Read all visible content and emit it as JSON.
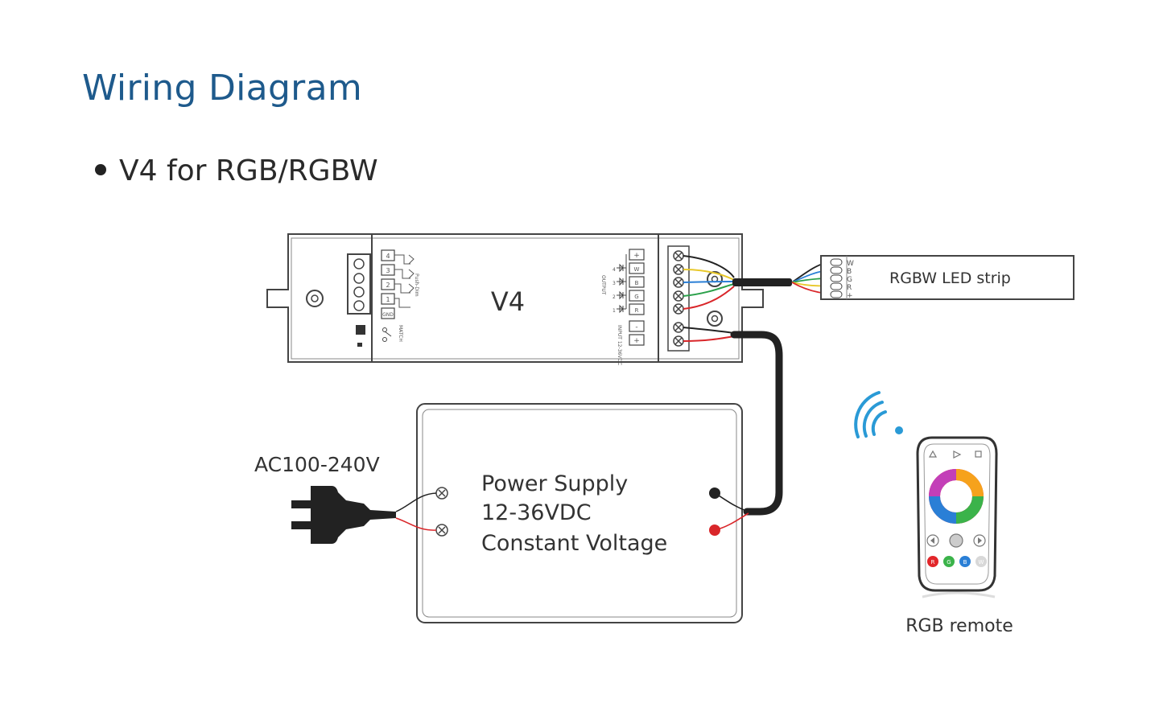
{
  "title": "Wiring Diagram",
  "subtitle": "V4 for RGB/RGBW",
  "controller": {
    "name": "V4",
    "pushdim_label": "Push-Dim",
    "match_label": "MATCH",
    "output_label": "OUTPUT",
    "input_label": "INPUT 12-36VDC",
    "pushdim_terminals": [
      "4",
      "3",
      "2",
      "1",
      "GND"
    ],
    "output_terminals": [
      "+",
      "4",
      "3",
      "2",
      "1",
      "-",
      "+"
    ],
    "output_channels": [
      "W",
      "B",
      "G",
      "R"
    ]
  },
  "led_strip": {
    "label": "RGBW LED strip",
    "pins": [
      "W",
      "B",
      "G",
      "R",
      "+"
    ]
  },
  "power_supply": {
    "line1": "Power Supply",
    "line2": "12-36VDC",
    "line3": "Constant Voltage"
  },
  "ac_input": {
    "label": "AC100-240V"
  },
  "remote": {
    "label": "RGB remote",
    "buttons": [
      "R",
      "G",
      "B",
      "W"
    ]
  },
  "colors": {
    "title": "#1e5a8c",
    "wifi": "#2a9ad6",
    "wire_red": "#d9262a",
    "wire_black": "#222222",
    "wire_yellow": "#e8c82a",
    "wire_blue": "#2a7fd6",
    "wire_green": "#2aa04a"
  }
}
